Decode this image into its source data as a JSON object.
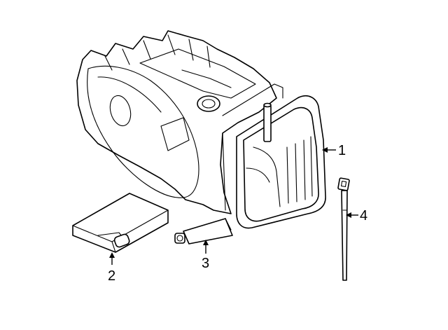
{
  "diagram": {
    "callouts": [
      {
        "number": "1",
        "part": "transmission-oil-pan"
      },
      {
        "number": "2",
        "part": "transmission-filter"
      },
      {
        "number": "3",
        "part": "sealant-tube"
      },
      {
        "number": "4",
        "part": "dipstick"
      }
    ],
    "line_color": "#000000",
    "background_color": "#ffffff"
  }
}
